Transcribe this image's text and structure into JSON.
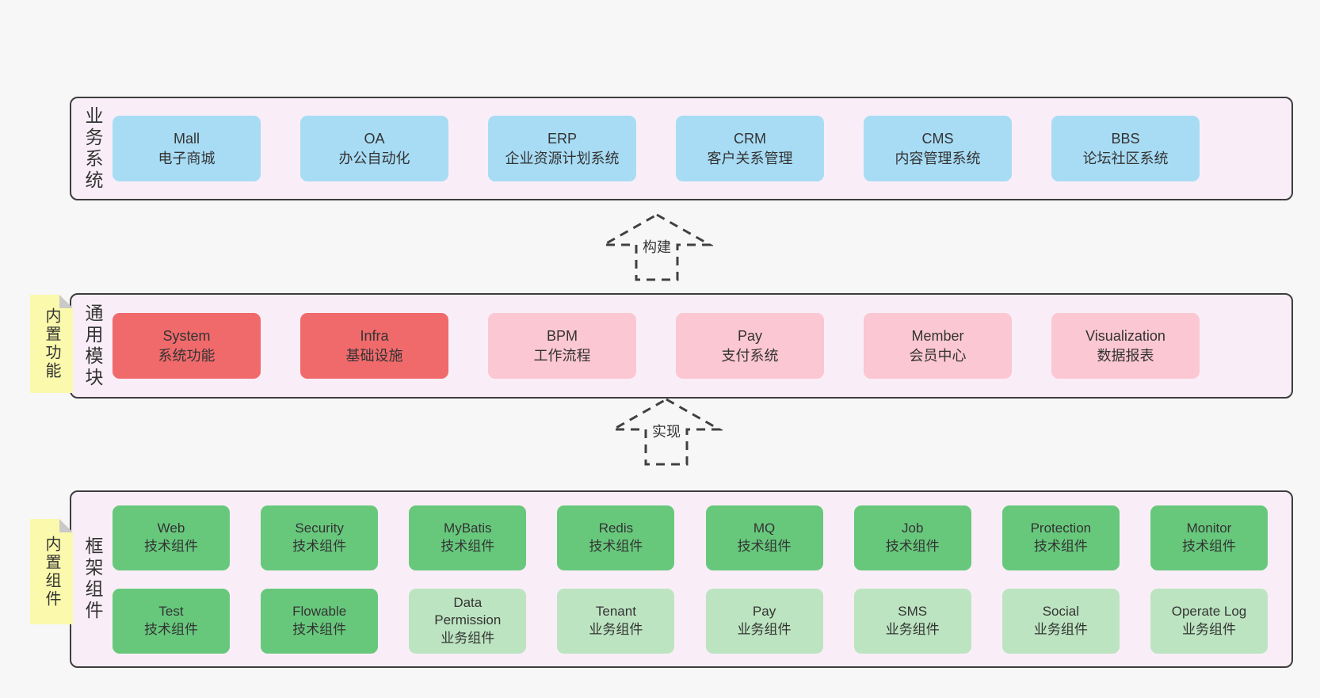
{
  "colors": {
    "page_bg": "#f7f7f7",
    "band_bg": "#f9eef7",
    "band_border": "#3d3d3d",
    "blue": "#a8dcf5",
    "red": "#f06a6c",
    "pink": "#fbc7d2",
    "green": "#67c87c",
    "green_light": "#bce4c0",
    "sticky_yellow": "#fbf9ac",
    "sticky_fold": "#c9c9c9",
    "arrow_stroke": "#404040",
    "text": "#333333"
  },
  "bands": [
    {
      "id": "business-systems",
      "label": "业务系统",
      "rows": [
        [
          {
            "en": "Mall",
            "zh": "电子商城",
            "type": "blue"
          },
          {
            "en": "OA",
            "zh": "办公自动化",
            "type": "blue"
          },
          {
            "en": "ERP",
            "zh": "企业资源计划系统",
            "type": "blue"
          },
          {
            "en": "CRM",
            "zh": "客户关系管理",
            "type": "blue"
          },
          {
            "en": "CMS",
            "zh": "内容管理系统",
            "type": "blue"
          },
          {
            "en": "BBS",
            "zh": "论坛社区系统",
            "type": "blue"
          }
        ]
      ]
    },
    {
      "id": "common-modules",
      "label": "通用模块",
      "rows": [
        [
          {
            "en": "System",
            "zh": "系统功能",
            "type": "red"
          },
          {
            "en": "Infra",
            "zh": "基础设施",
            "type": "red"
          },
          {
            "en": "BPM",
            "zh": "工作流程",
            "type": "pink"
          },
          {
            "en": "Pay",
            "zh": "支付系统",
            "type": "pink"
          },
          {
            "en": "Member",
            "zh": "会员中心",
            "type": "pink"
          },
          {
            "en": "Visualization",
            "zh": "数据报表",
            "type": "pink"
          }
        ]
      ]
    },
    {
      "id": "framework-components",
      "label": "框架组件",
      "rows": [
        [
          {
            "en": "Web",
            "zh": "技术组件",
            "type": "green"
          },
          {
            "en": "Security",
            "zh": "技术组件",
            "type": "green"
          },
          {
            "en": "MyBatis",
            "zh": "技术组件",
            "type": "green"
          },
          {
            "en": "Redis",
            "zh": "技术组件",
            "type": "green"
          },
          {
            "en": "MQ",
            "zh": "技术组件",
            "type": "green"
          },
          {
            "en": "Job",
            "zh": "技术组件",
            "type": "green"
          },
          {
            "en": "Protection",
            "zh": "技术组件",
            "type": "green"
          },
          {
            "en": "Monitor",
            "zh": "技术组件",
            "type": "green"
          }
        ],
        [
          {
            "en": "Test",
            "zh": "技术组件",
            "type": "green"
          },
          {
            "en": "Flowable",
            "zh": "技术组件",
            "type": "green"
          },
          {
            "en": "Data Permission",
            "zh": "业务组件",
            "type": "green_light"
          },
          {
            "en": "Tenant",
            "zh": "业务组件",
            "type": "green_light"
          },
          {
            "en": "Pay",
            "zh": "业务组件",
            "type": "green_light"
          },
          {
            "en": "SMS",
            "zh": "业务组件",
            "type": "green_light"
          },
          {
            "en": "Social",
            "zh": "业务组件",
            "type": "green_light"
          },
          {
            "en": "Operate Log",
            "zh": "业务组件",
            "type": "green_light"
          }
        ]
      ]
    }
  ],
  "arrows": [
    {
      "label": "构建"
    },
    {
      "label": "实现"
    }
  ],
  "sticky_notes": [
    {
      "label": "内置功能"
    },
    {
      "label": "内置组件"
    }
  ]
}
